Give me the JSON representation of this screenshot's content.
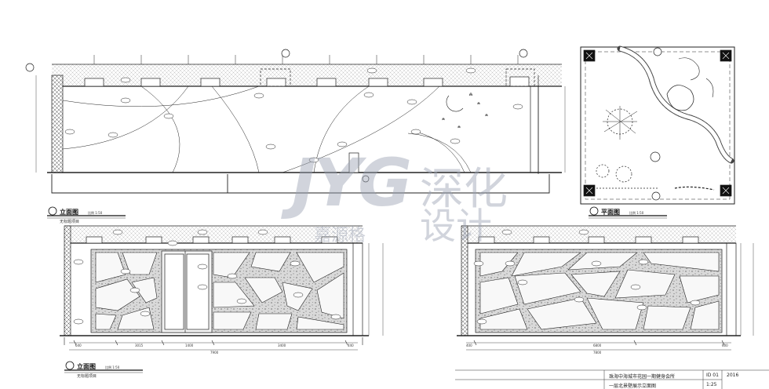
{
  "views": {
    "elev1": {
      "title": "立面图",
      "subtitle": "无标题项目",
      "scale": "比例 1:50"
    },
    "plan": {
      "title": "平面图",
      "scale": "比例 1:50"
    },
    "elev2": {
      "title": "立面图",
      "subtitle": "无标题项目",
      "scale": "比例 1:50"
    }
  },
  "dimensions": {
    "elev2_bottom": [
      "640",
      "3015",
      "1400",
      "3400",
      "440"
    ],
    "elev2_total": "7900",
    "elev3_bottom": [
      "400",
      "6800",
      "600"
    ],
    "elev3_total": "7800"
  },
  "title_block": {
    "project": "珠海中海城市花园一期健身会所",
    "drawing": "一层北景壁展示立面图",
    "code": "ID 01",
    "date": "2016",
    "scale": "1:25"
  },
  "watermark": {
    "letters": "JYG",
    "cn1": "深化",
    "cn2": "设计",
    "cn3": "嘉源格"
  }
}
